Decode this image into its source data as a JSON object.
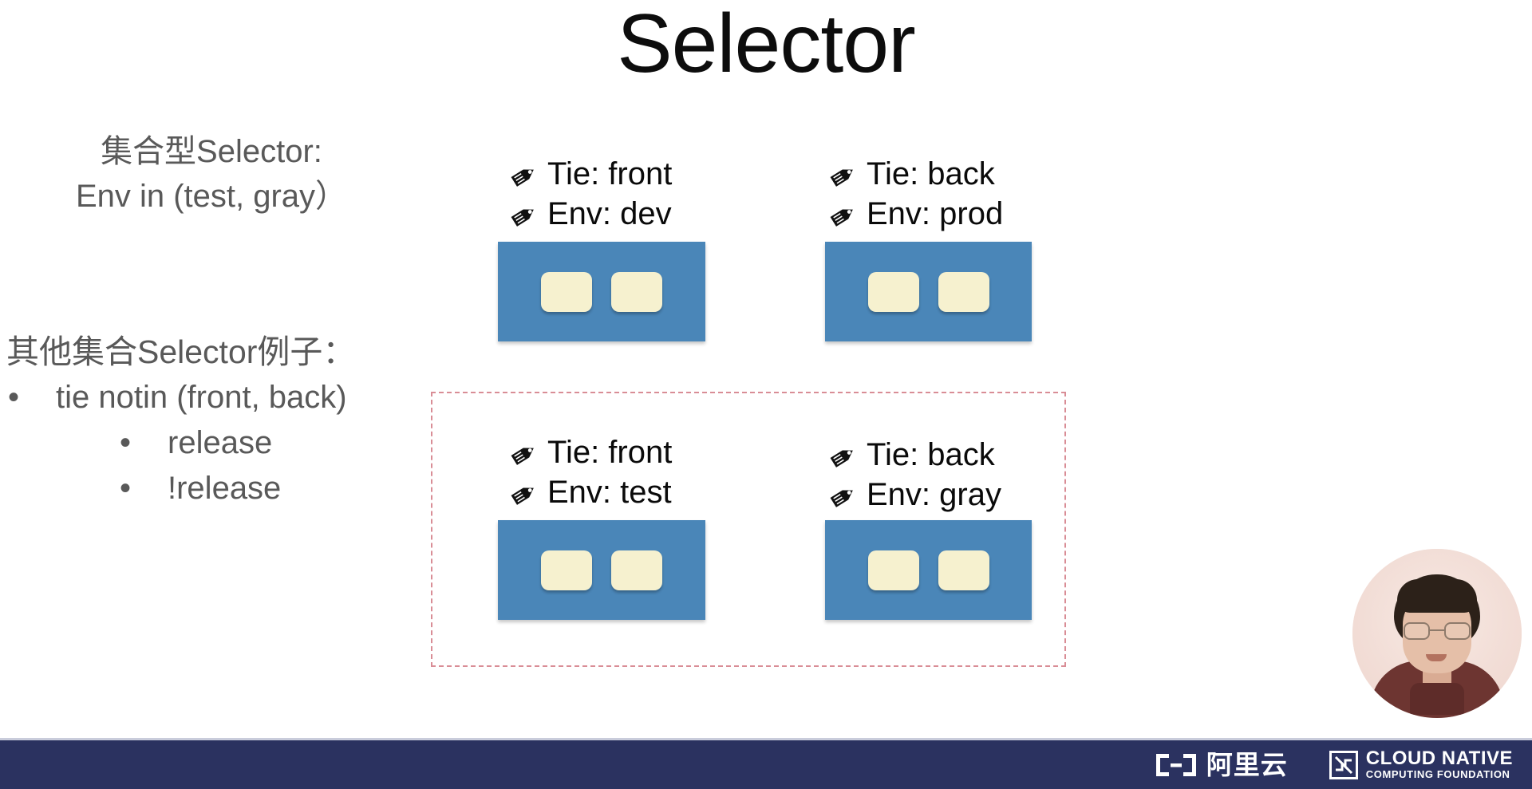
{
  "slide": {
    "title": "Selector",
    "background_color": "#ffffff"
  },
  "left_panel": {
    "set_selector_heading": "集合型Selector:",
    "set_selector_expression": "Env in (test, gray）",
    "other_examples_heading": "其他集合Selector例子：",
    "bullets": [
      {
        "text": "tie notin (front, back)",
        "level": 1,
        "marker": "•"
      },
      {
        "text": "release",
        "level": 2,
        "marker": "•"
      },
      {
        "text": "!release",
        "level": 2,
        "marker": "•"
      }
    ]
  },
  "nodes": [
    {
      "id": "node-top-left",
      "labels": [
        {
          "icon": "tag-icon",
          "text": "Tie: front"
        },
        {
          "icon": "tag-icon",
          "text": "Env: dev"
        }
      ],
      "box_color": "#4a86b8",
      "pod_color": "#f6f1cf",
      "pod_count": 2,
      "selected": false
    },
    {
      "id": "node-top-right",
      "labels": [
        {
          "icon": "tag-icon",
          "text": "Tie: back"
        },
        {
          "icon": "tag-icon",
          "text": "Env: prod"
        }
      ],
      "box_color": "#4a86b8",
      "pod_color": "#f6f1cf",
      "pod_count": 2,
      "selected": false
    },
    {
      "id": "node-bottom-left",
      "labels": [
        {
          "icon": "tag-icon",
          "text": "Tie: front"
        },
        {
          "icon": "tag-icon",
          "text": "Env: test"
        }
      ],
      "box_color": "#4a86b8",
      "pod_color": "#f6f1cf",
      "pod_count": 2,
      "selected": true
    },
    {
      "id": "node-bottom-right",
      "labels": [
        {
          "icon": "tag-icon",
          "text": "Tie: back"
        },
        {
          "icon": "tag-icon",
          "text": "Env: gray"
        }
      ],
      "box_color": "#4a86b8",
      "pod_color": "#f6f1cf",
      "pod_count": 2,
      "selected": true
    }
  ],
  "selection_region": {
    "name": "selected-nodes-region",
    "border_style": "dashed",
    "border_color": "#d98d96"
  },
  "footer": {
    "background_color": "#2b3260",
    "logos": [
      {
        "name": "alibaba-cloud-logo",
        "text": "阿里云"
      },
      {
        "name": "cncf-logo",
        "line1": "CLOUD NATIVE",
        "line2": "COMPUTING FOUNDATION"
      }
    ]
  },
  "webcam": {
    "name": "presenter-webcam",
    "shape": "circle"
  }
}
